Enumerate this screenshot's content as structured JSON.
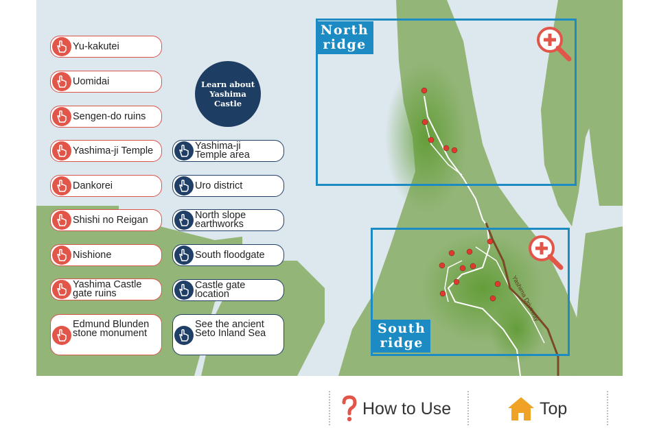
{
  "left_list": [
    {
      "label": "Yu-kakutei"
    },
    {
      "label": "Uomidai"
    },
    {
      "label": "Sengen-do ruins"
    },
    {
      "label": "Yashima-ji Temple"
    },
    {
      "label": "Dankorei"
    },
    {
      "label": "Shishi no Reigan"
    },
    {
      "label": "Nishione"
    },
    {
      "label": "Yashima Castle\ngate ruins"
    },
    {
      "label": "Edmund Blunden\nstone monument"
    }
  ],
  "right_list": [
    {
      "label": "Yashima-ji\nTemple area"
    },
    {
      "label": "Uro district"
    },
    {
      "label": "North slope\nearthworks"
    },
    {
      "label": "South floodgate"
    },
    {
      "label": "Castle gate location"
    },
    {
      "label": "See the ancient\nSeto Inland Sea"
    }
  ],
  "learn_button": "Learn about\nYashima Castle",
  "zones": {
    "north": "North\nridge",
    "south": "South\nridge"
  },
  "road_label": "Yashima Driveway",
  "footer": {
    "how_to_use": "How to Use",
    "top": "Top"
  },
  "icons": {
    "list_item": "hand-pointer-icon",
    "zoom": "zoom-in-icon",
    "help": "question-mark-icon",
    "home": "home-icon"
  },
  "colors": {
    "accent_red": "#e2564a",
    "accent_navy": "#1d3e62",
    "zone_blue": "#1d8bc3",
    "land_green": "#93b578"
  }
}
